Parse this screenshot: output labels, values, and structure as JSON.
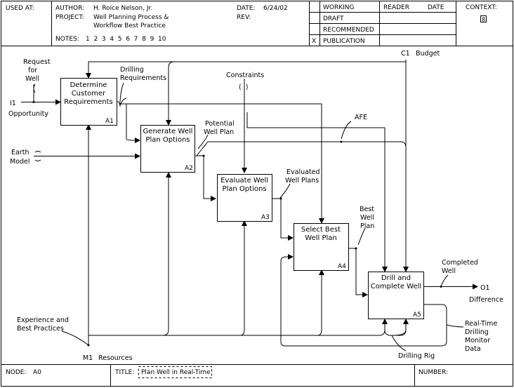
{
  "header": {
    "used_at_label": "USED AT:",
    "author_label": "AUTHOR:",
    "author_value": "H. Roice Nelson, Jr.",
    "project_label": "PROJECT:",
    "project_value_1": "Well Planning Process &",
    "project_value_2": "Workflow Best Practice",
    "notes_label": "NOTES:",
    "notes_numbers": "1  2  3  4  5  6  7  8  9  10",
    "date_label": "DATE:",
    "date_value": "6/24/02",
    "rev_label": "REV:",
    "status_items": [
      "WORKING",
      "DRAFT",
      "RECOMMENDED",
      "PUBLICATION"
    ],
    "status_checked_mark": "X",
    "reader_label": "READER",
    "reader_date_label": "DATE",
    "context_label": "CONTEXT:",
    "context_value": "8"
  },
  "footer": {
    "node_label": "NODE:",
    "node_value": "A0",
    "title_label": "TITLE:",
    "title_value": "Plan Well in Real-Time",
    "number_label": "NUMBER:"
  },
  "boxes": [
    {
      "lines": [
        "Determine",
        "Customer",
        "Requirements"
      ],
      "id": "A1"
    },
    {
      "lines": [
        "Generate Well",
        "Plan Options"
      ],
      "id": "A2"
    },
    {
      "lines": [
        "Evaluate Well",
        "Plan Options"
      ],
      "id": "A3"
    },
    {
      "lines": [
        "Select Best",
        "Well Plan"
      ],
      "id": "A4"
    },
    {
      "lines": [
        "Drill and",
        "Complete Well"
      ],
      "id": "A5"
    }
  ],
  "labels": {
    "request": [
      "Request",
      "for",
      "Well"
    ],
    "i1": "I1",
    "opportunity": "Opportunity",
    "earth_model": [
      "Earth",
      "Model"
    ],
    "drilling_req": [
      "Drilling",
      "Requirements"
    ],
    "constraints": "Constraints",
    "constraints_tunnel": "(  )",
    "c1": "C1",
    "budget": "Budget",
    "potential": [
      "Potential",
      "Well Plan"
    ],
    "afe": "AFE",
    "evaluated": [
      "Evaluated",
      "Well Plans"
    ],
    "best": [
      "Best",
      "Well",
      "Plan"
    ],
    "completed": [
      "Completed",
      "Well"
    ],
    "o1": "O1",
    "difference": "Difference",
    "experience": [
      "Experience and",
      "Best Practices"
    ],
    "m1": "M1",
    "resources": "Resources",
    "drilling_rig": "Drilling Rig",
    "realtime": [
      "Real-Time",
      "Drilling",
      "Monitor",
      "Data"
    ]
  }
}
